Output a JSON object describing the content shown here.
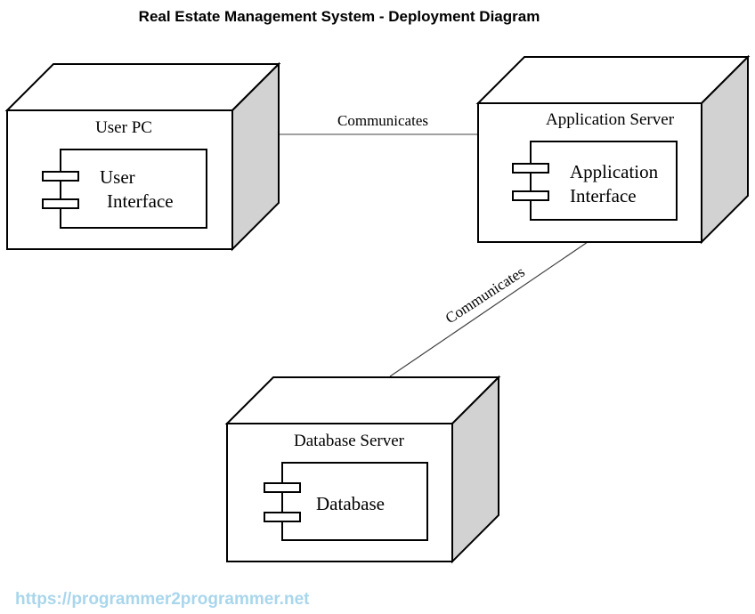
{
  "title": "Real Estate Management System - Deployment Diagram",
  "watermark": "https://programmer2programmer.net",
  "nodes": {
    "user_pc": {
      "label": "User PC",
      "component_lines": [
        "User",
        "Interface"
      ]
    },
    "app_server": {
      "label": "Application Server",
      "component_lines": [
        "Application",
        "Interface"
      ]
    },
    "db_server": {
      "label": "Database Server",
      "component_lines": [
        "Database"
      ]
    }
  },
  "connections": [
    {
      "label": "Communicates",
      "from": "User PC",
      "to": "Application Server"
    },
    {
      "label": "Communicates",
      "from": "Application Server",
      "to": "Database Server"
    }
  ],
  "colors": {
    "background": "#ffffff",
    "node_face": "#ffffff",
    "node_side": "#d2d2d2",
    "node_border": "#000000",
    "connector_horizontal": "#808080",
    "connector_diagonal": "#404040",
    "text": "#000000",
    "watermark_text": "#a9d6ec"
  }
}
